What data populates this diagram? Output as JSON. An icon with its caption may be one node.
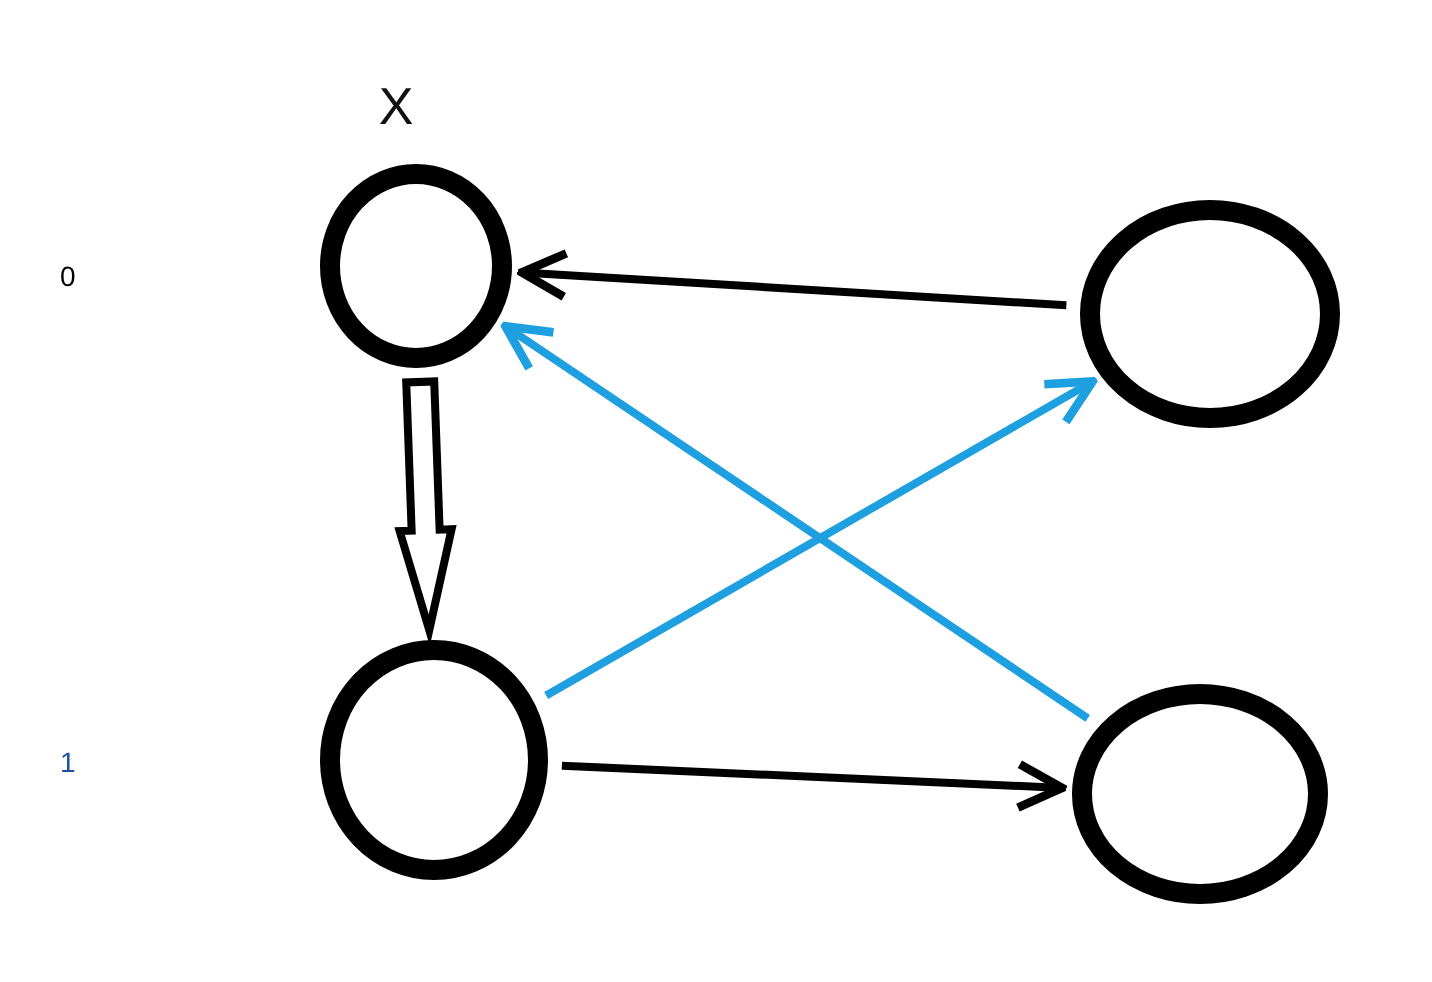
{
  "diagram": {
    "nodes": [
      {
        "text": [
          "X"
        ]
      },
      {
        "text": [],
        "shape": "circle"
      },
      {
        "text": [],
        "shape": "circle"
      },
      {
        "text": [],
        "shape": "circle"
      }
    ],
    "edges": [
      {
        "from": 1,
        "to": 0,
        "arrow": "to"
      },
      {
        "from": 0,
        "to": 2,
        "arrow": "to",
        "style": "thick"
      },
      {
        "from": 2,
        "to": 1,
        "arrow": "to",
        "color": "#1ea0e0"
      },
      {
        "from": 3,
        "to": 0,
        "arrow": "to",
        "color": "#1ea0e0"
      },
      {
        "from": 2,
        "to": 3,
        "arrow": "to"
      }
    ],
    "labels": [
      "0",
      "1"
    ]
  }
}
